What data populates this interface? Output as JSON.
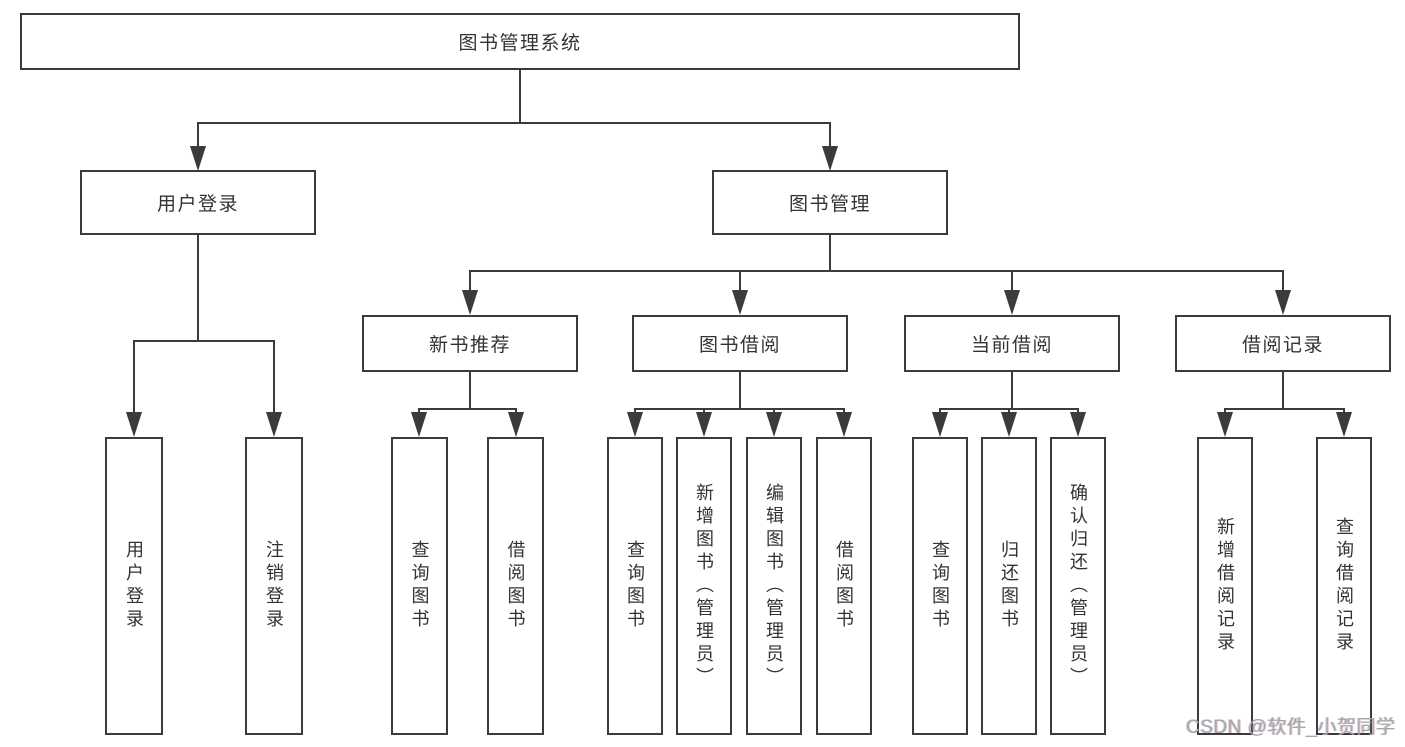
{
  "colors": {
    "line": "#3b3b3b",
    "text": "#333333",
    "background": "#ffffff",
    "watermark": "#a8a8a8"
  },
  "nodes": {
    "root": {
      "label": "图书管理系统"
    },
    "user_login": {
      "label": "用户登录",
      "children": [
        {
          "label": "用户登录"
        },
        {
          "label": "注销登录"
        }
      ]
    },
    "book_mgmt": {
      "label": "图书管理",
      "children": [
        {
          "label": "新书推荐",
          "children": [
            {
              "label": "查询图书"
            },
            {
              "label": "借阅图书"
            }
          ]
        },
        {
          "label": "图书借阅",
          "children": [
            {
              "label": "查询图书"
            },
            {
              "label": "新增图书（管理员）"
            },
            {
              "label": "编辑图书（管理员）"
            },
            {
              "label": "借阅图书"
            }
          ]
        },
        {
          "label": "当前借阅",
          "children": [
            {
              "label": "查询图书"
            },
            {
              "label": "归还图书"
            },
            {
              "label": "确认归还（管理员）"
            }
          ]
        },
        {
          "label": "借阅记录",
          "children": [
            {
              "label": "新增借阅记录"
            },
            {
              "label": "查询借阅记录"
            }
          ]
        }
      ]
    }
  },
  "watermark": {
    "text": "CSDN @软件_小贺同学"
  }
}
